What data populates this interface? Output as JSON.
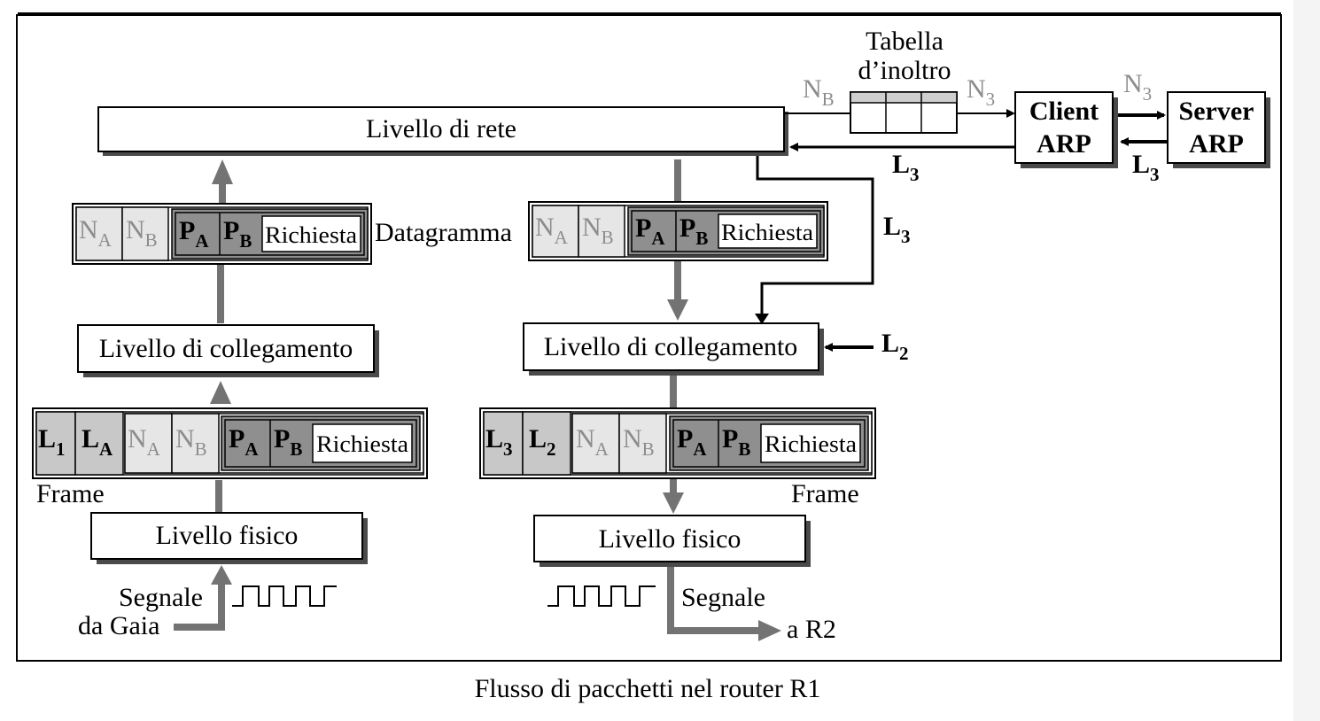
{
  "diagram": {
    "caption": "Flusso di pacchetti nel router R1",
    "network_layer": "Livello di rete",
    "link_layer_left": "Livello di collegamento",
    "link_layer_right": "Livello di collegamento",
    "physical_left": "Livello fisico",
    "physical_right": "Livello fisico",
    "datagram_label": "Datagramma",
    "frame_left": "Frame",
    "frame_right": "Frame",
    "table_line1": "Tabella",
    "table_line2": "d’inoltro",
    "client_arp_1": "Client",
    "client_arp_2": "ARP",
    "server_arp_1": "Server",
    "server_arp_2": "ARP",
    "signal_in_1": "Segnale",
    "signal_in_2": "da Gaia",
    "signal_out": "Segnale",
    "dest_out": "a R2",
    "request": "Richiesta",
    "fields": {
      "N": "N",
      "P": "P",
      "L": "L",
      "A": "A",
      "B": "B",
      "one": "1",
      "two": "2",
      "three": "3"
    }
  },
  "colors": {
    "arrow_gray": "#737373",
    "field_light": "#e6e6e6",
    "field_dark": "#8f8f8f",
    "field_mid": "#c8c8c8",
    "shadow": "#4a4a4a"
  }
}
